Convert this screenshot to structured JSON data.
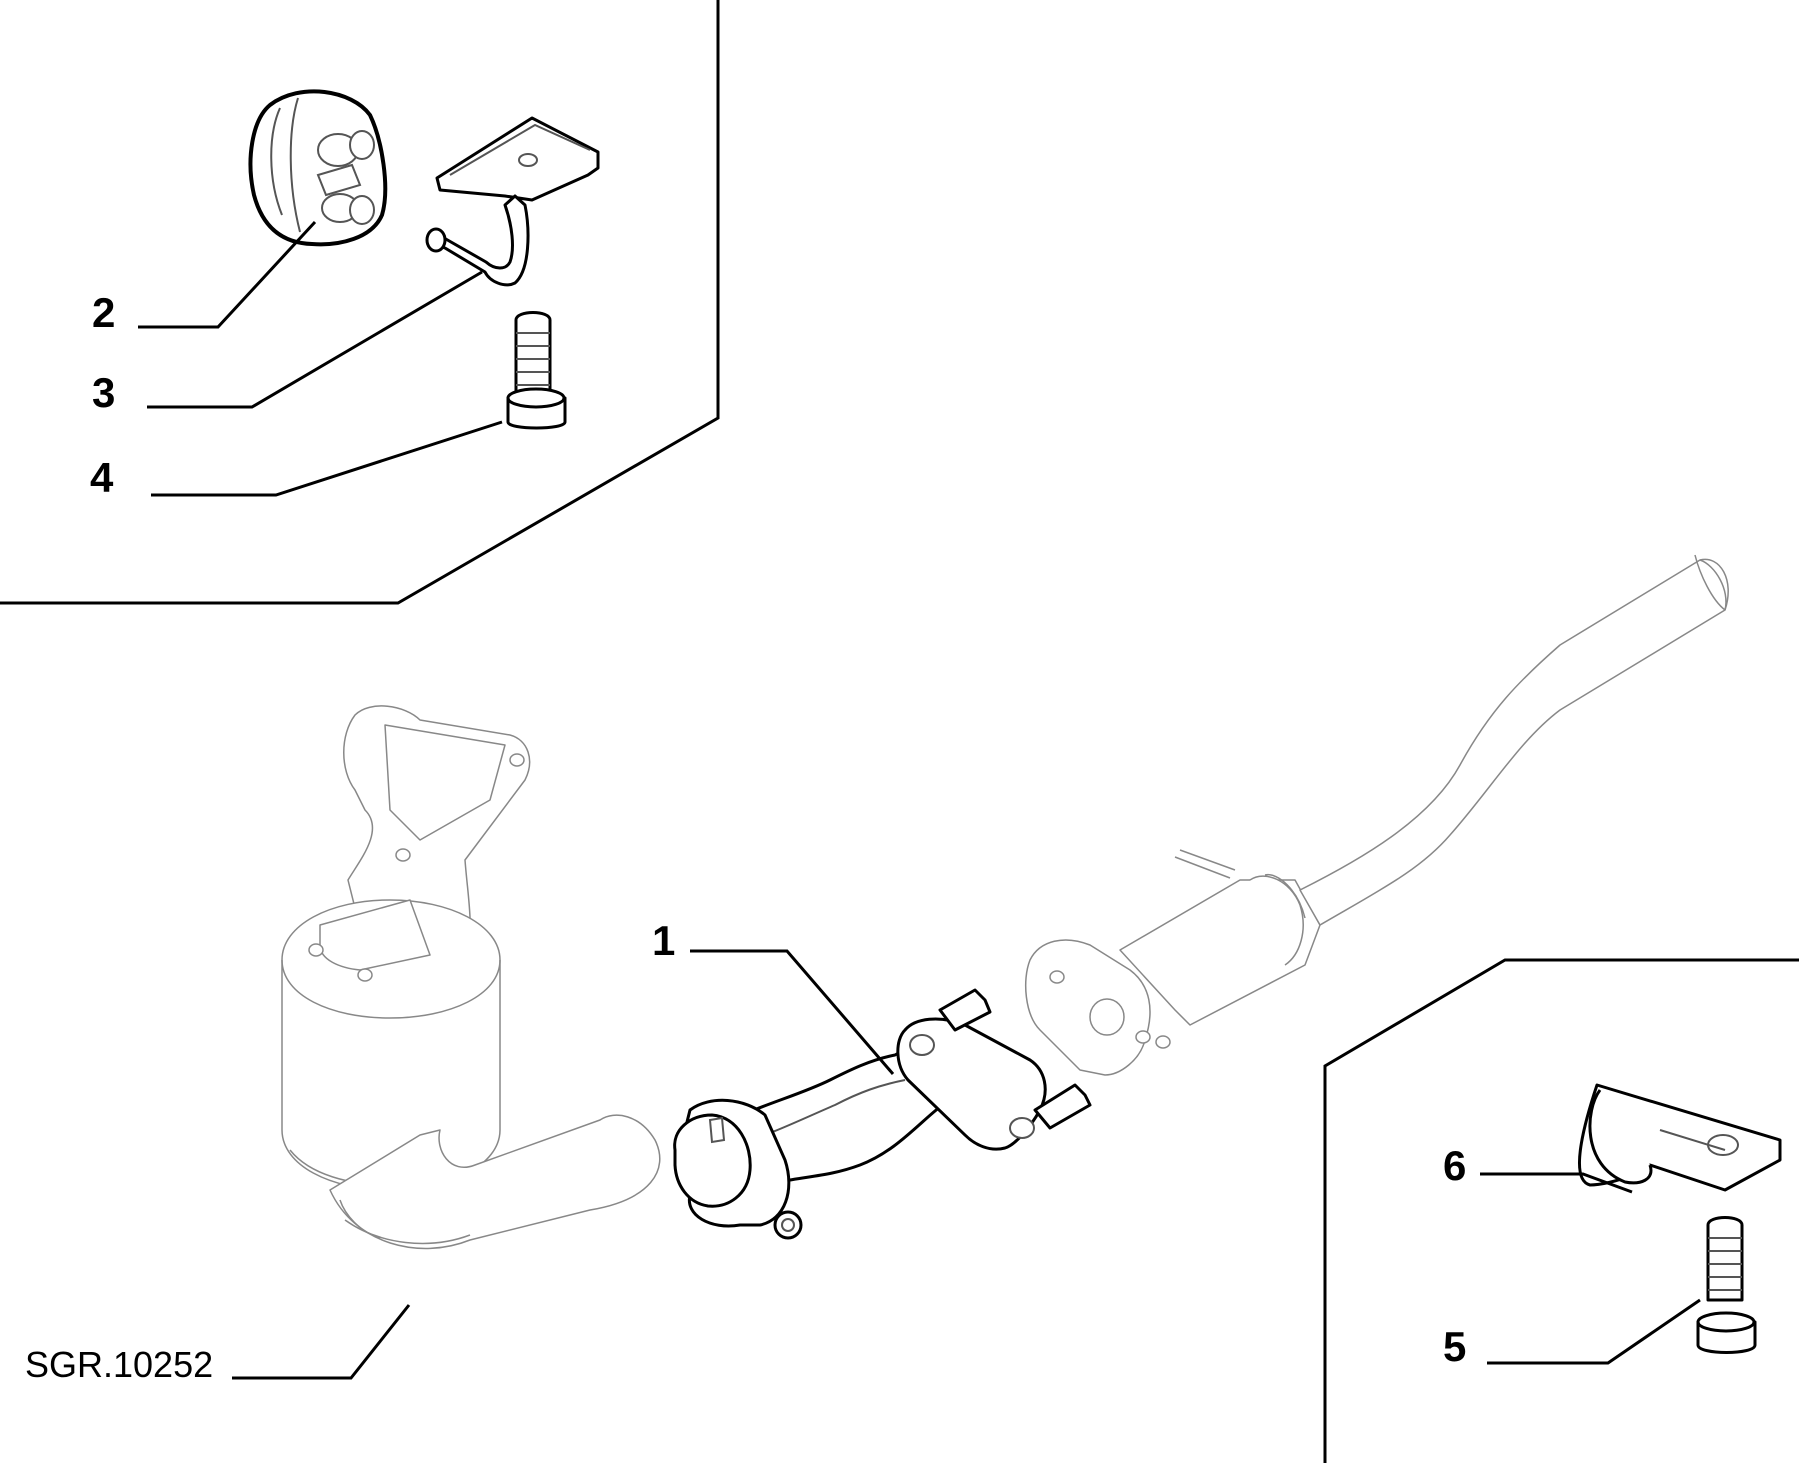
{
  "diagram": {
    "reference_code": "SGR.10252",
    "callouts": [
      {
        "id": "1",
        "label": "1"
      },
      {
        "id": "2",
        "label": "2"
      },
      {
        "id": "3",
        "label": "3"
      },
      {
        "id": "4",
        "label": "4"
      },
      {
        "id": "5",
        "label": "5"
      },
      {
        "id": "6",
        "label": "6"
      }
    ]
  }
}
